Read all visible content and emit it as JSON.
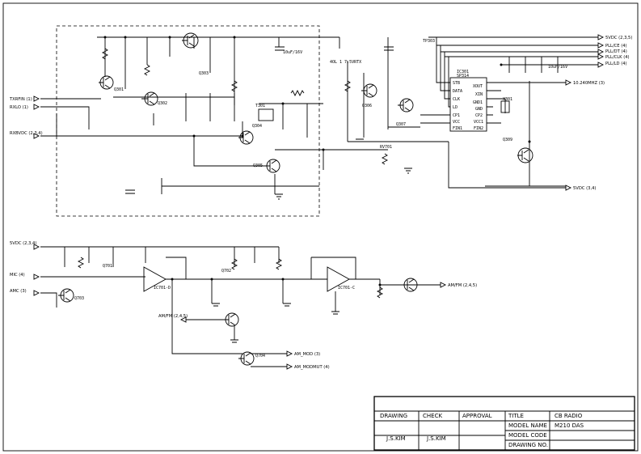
{
  "ports": {
    "txrfin": "TXRFIN (1)",
    "rxlo": "RXLO (1)",
    "rxbvdc": "RXBVDC (2,3,4)",
    "svdc_top": "5VDC (2,3,5)",
    "pll_ce": "PLL/CE (4)",
    "pll_dt": "PLL/DT (4)",
    "pll_clk": "PLL/CLK (4)",
    "pll_ld": "PLL/LD (4)",
    "mhz": "10.240MHZ (3)",
    "svdc_mid": "5VDC (3,4)",
    "svdc_left": "5VDC (2,3,4)",
    "mic": "MIC (4)",
    "amc": "AMC (3)",
    "amfm_out": "AM/FM (2,4,5)",
    "amfm_in": "AM/FM (2,4,5)",
    "am_mod": "AM_MOD (3)",
    "am_modmut": "AM_MODMUT (4)"
  },
  "labels": {
    "tp": "TP303",
    "q301": "Q301",
    "q302": "Q302",
    "q303": "Q303",
    "q304": "Q304",
    "q305": "Q305",
    "q306": "Q306",
    "q307": "Q307",
    "q309": "Q309",
    "ic301": "IC301",
    "ic301_part": "SP314",
    "t301": "T301",
    "x301": "X301",
    "q701": "Q701",
    "q702": "Q702",
    "q703": "Q703",
    "q704": "Q704",
    "ic701a": "IC701-D",
    "ic701b": "IC701-C",
    "rv701": "RV701",
    "c307_val": "10uF/16V",
    "c306_val": "10uF/16V",
    "tuning": "4OL 1 7.5VRTX",
    "ic_pins": [
      "STB",
      "DATA",
      "CLK",
      "LD",
      "CP1",
      "VCC",
      "FIN1",
      "FIN2",
      "VCC1",
      "CP2",
      "GND",
      "GND1",
      "XIN",
      "XOUT"
    ]
  },
  "title_block": {
    "headers": [
      "DRAWING",
      "CHECK",
      "APPROVAL"
    ],
    "names": [
      "J.S.KIM",
      "J.S.KIM",
      ""
    ],
    "fields": [
      {
        "key": "TITLE",
        "value": "CB RADIO"
      },
      {
        "key": "MODEL NAME",
        "value": "M210  DAS"
      },
      {
        "key": "MODEL CODE",
        "value": ""
      },
      {
        "key": "DRAWING NO.",
        "value": ""
      }
    ]
  }
}
